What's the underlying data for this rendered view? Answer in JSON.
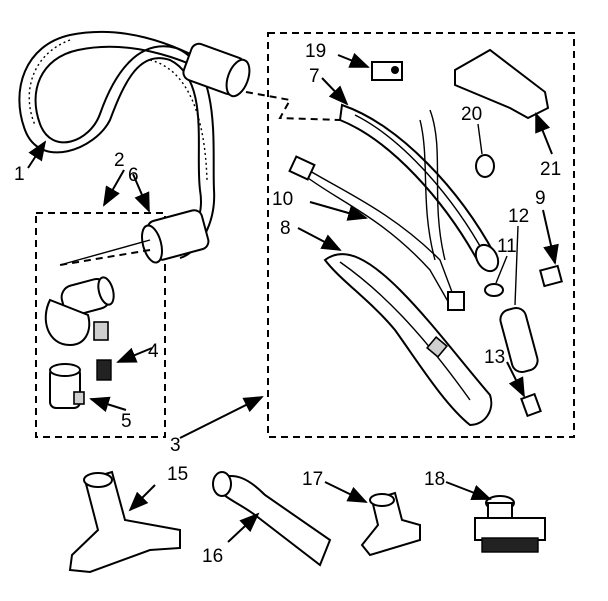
{
  "labels": {
    "n1": "1",
    "n2": "2",
    "n3": "3",
    "n4": "4",
    "n5": "5",
    "n6": "6",
    "n7": "7",
    "n8": "8",
    "n9": "9",
    "n10": "10",
    "n11": "11",
    "n12": "12",
    "n13": "13",
    "n15": "15",
    "n16": "16",
    "n17": "17",
    "n18": "18",
    "n19": "19",
    "n20": "20",
    "n21": "21"
  }
}
